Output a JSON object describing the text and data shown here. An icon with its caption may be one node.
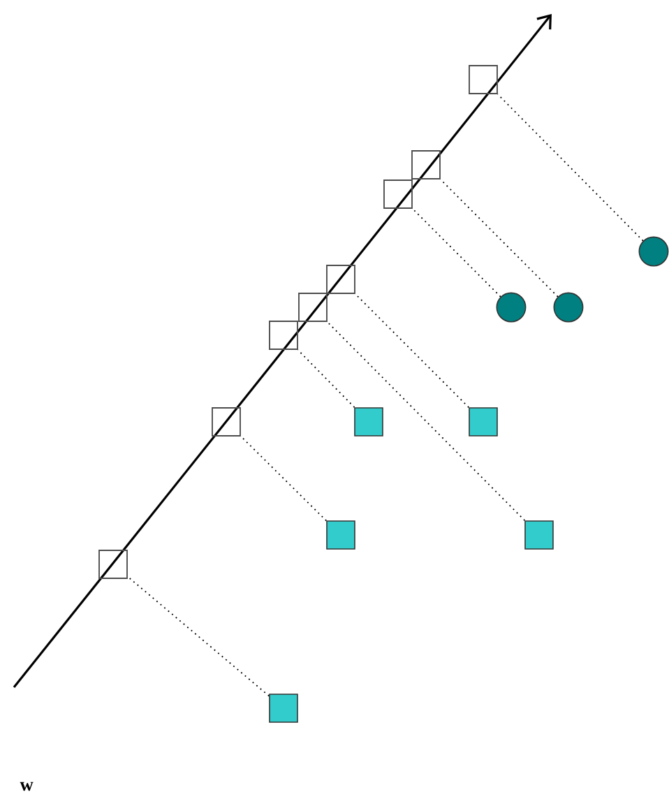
{
  "diagram": {
    "nodes": [
      {
        "text": [],
        "shape": "box"
      },
      {
        "text": [],
        "shape": "box"
      },
      {
        "text": [],
        "shape": "box"
      },
      {
        "text": [],
        "shape": "box"
      },
      {
        "text": [],
        "shape": "box"
      },
      {
        "text": [],
        "shape": "box"
      },
      {
        "text": [],
        "shape": "box"
      },
      {
        "text": [],
        "shape": "box"
      },
      {
        "text": [],
        "shape": "box"
      },
      {
        "text": [],
        "shape": "box"
      },
      {
        "text": [],
        "shape": "box"
      },
      {
        "text": [],
        "shape": "box"
      },
      {
        "text": [],
        "shape": "box"
      },
      {
        "text": [],
        "shape": "circle"
      },
      {
        "text": [],
        "shape": "circle"
      },
      {
        "text": [],
        "shape": "circle"
      }
    ],
    "edges": [
      {
        "from": 8,
        "to": 0,
        "arrow": "none"
      },
      {
        "from": 9,
        "to": 1,
        "arrow": "none"
      },
      {
        "from": 10,
        "to": 2,
        "arrow": "none"
      },
      {
        "from": 12,
        "to": 3,
        "arrow": "none"
      },
      {
        "from": 11,
        "to": 4,
        "arrow": "none"
      },
      {
        "from": 13,
        "to": 5,
        "arrow": "none"
      },
      {
        "from": 14,
        "to": 6,
        "arrow": "none"
      },
      {
        "from": 15,
        "to": 7,
        "arrow": "none"
      }
    ],
    "labels": [
      "w"
    ]
  }
}
